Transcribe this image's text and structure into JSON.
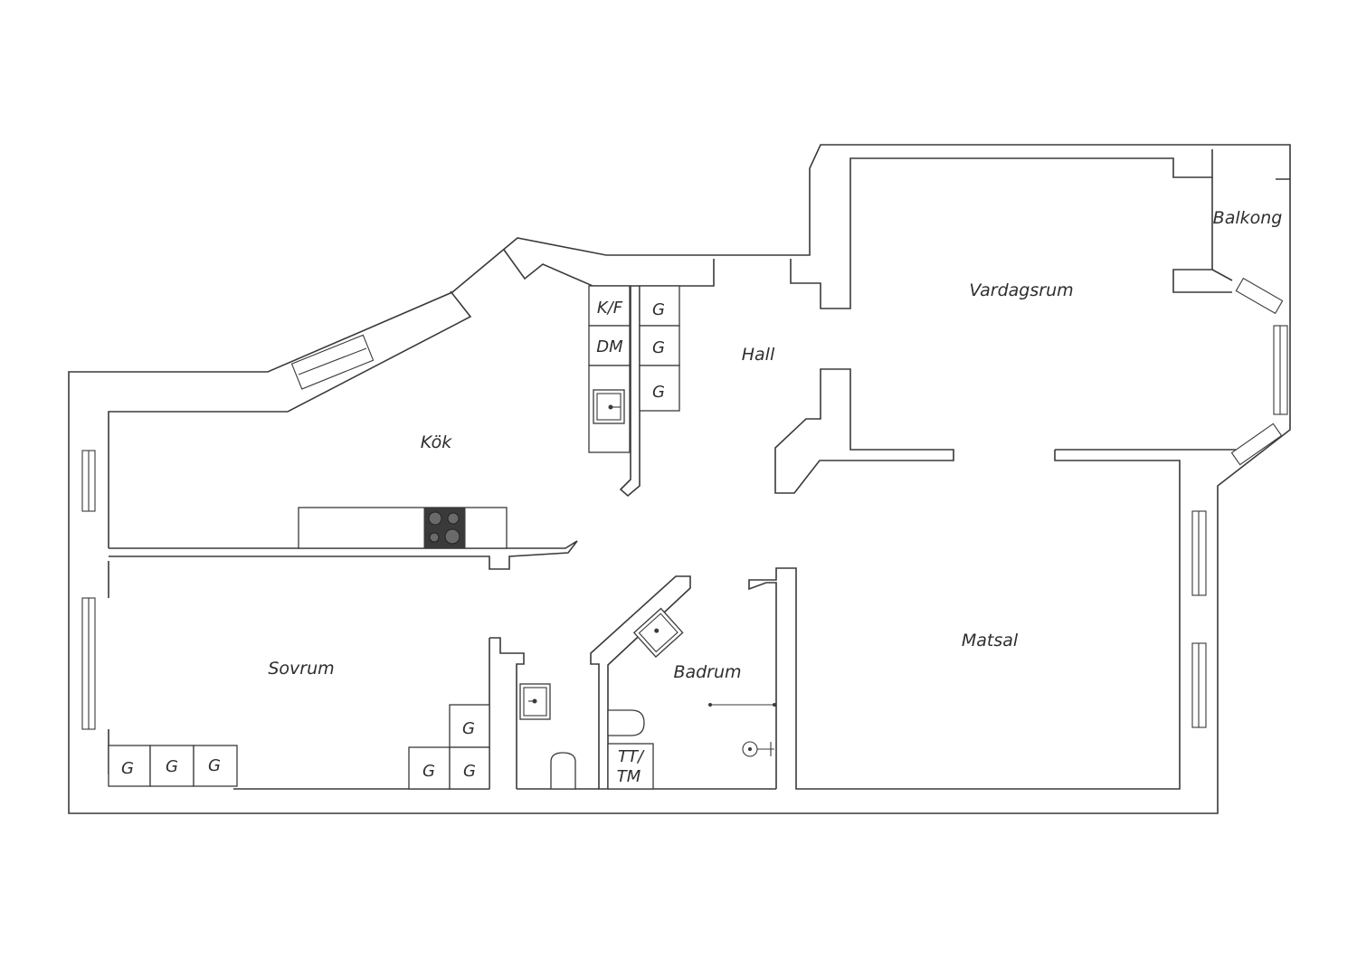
{
  "rooms": {
    "kok": "Kök",
    "hall": "Hall",
    "vardagsrum": "Vardagsrum",
    "balkong": "Balkong",
    "sovrum": "Sovrum",
    "badrum": "Badrum",
    "matsal": "Matsal"
  },
  "fixtures": {
    "fridge_freezer": "K/F",
    "dishwasher": "DM",
    "wardrobe": "G",
    "washer_dryer_line1": "TT/",
    "washer_dryer_line2": "TM"
  }
}
